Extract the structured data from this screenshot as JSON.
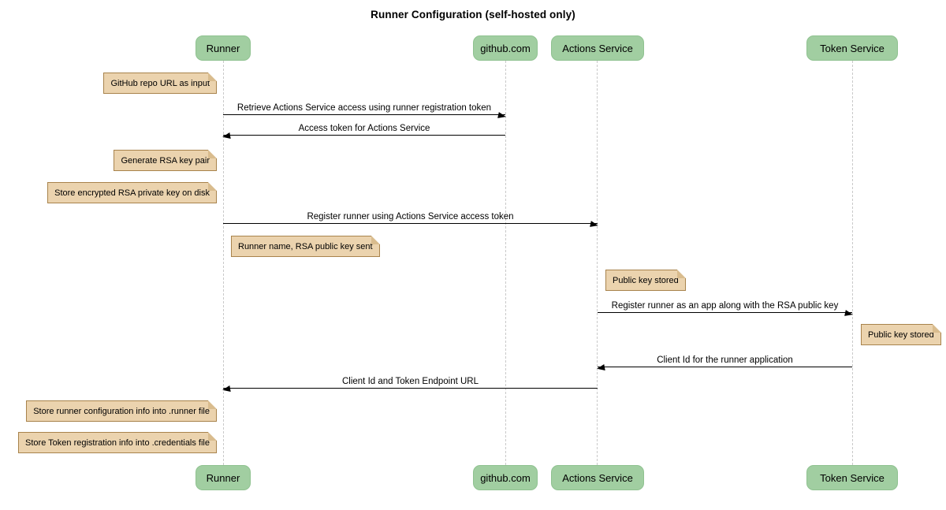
{
  "title": "Runner Configuration (self-hosted only)",
  "diagram_type": "sequence",
  "colors": {
    "participant_fill": "#A1CEA1",
    "participant_border": "#8FC290",
    "note_fill": "#EBD3AE",
    "note_border": "#A8834C",
    "lifeline": "#C9C9C9",
    "arrow": "#000000",
    "background": "#FFFFFF"
  },
  "participants": [
    {
      "id": "runner",
      "label": "Runner"
    },
    {
      "id": "github",
      "label": "github.com"
    },
    {
      "id": "actions",
      "label": "Actions Service"
    },
    {
      "id": "token",
      "label": "Token Service"
    }
  ],
  "messages": [
    {
      "from": "runner",
      "to": "github",
      "direction": "right",
      "text": "Retrieve Actions Service access using runner registration token"
    },
    {
      "from": "github",
      "to": "runner",
      "direction": "left",
      "text": "Access token for Actions Service"
    },
    {
      "from": "runner",
      "to": "actions",
      "direction": "right",
      "text": "Register runner using Actions Service access token"
    },
    {
      "from": "actions",
      "to": "token",
      "direction": "right",
      "text": "Register runner as an app along with the RSA public key"
    },
    {
      "from": "token",
      "to": "actions",
      "direction": "left",
      "text": "Client Id for the runner application"
    },
    {
      "from": "actions",
      "to": "runner",
      "direction": "left",
      "text": "Client Id and Token Endpoint URL"
    }
  ],
  "notes": [
    {
      "anchor": "left-of-runner",
      "text": "GitHub repo URL as input"
    },
    {
      "anchor": "left-of-runner",
      "text": "Generate RSA key pair"
    },
    {
      "anchor": "left-of-runner",
      "text": "Store encrypted RSA private key on disk"
    },
    {
      "anchor": "right-of-runner",
      "text": "Runner name, RSA public key sent"
    },
    {
      "anchor": "right-of-actions",
      "text": "Public key stored"
    },
    {
      "anchor": "right-of-token",
      "text": "Public key stored"
    },
    {
      "anchor": "left-of-runner",
      "text": "Store runner configuration info into .runner file"
    },
    {
      "anchor": "left-of-runner",
      "text": "Store Token registration info into .credentials file"
    }
  ]
}
